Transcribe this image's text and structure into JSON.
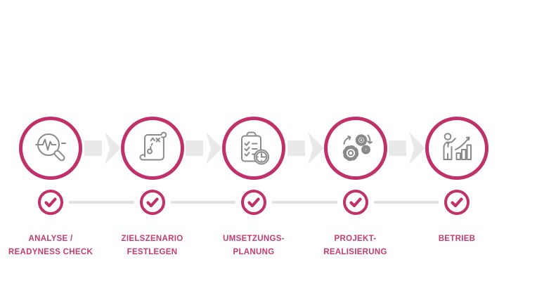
{
  "colors": {
    "accent": "#c03169",
    "label_text": "#c43b70",
    "icon_stroke": "#8a8a8a",
    "arrow_fill": "#e9e9e9",
    "connector_line": "#e2e2e2",
    "background": "#ffffff"
  },
  "process": {
    "steps": [
      {
        "icon": "magnifier-pulse-icon",
        "label_line1": "ANALYSE /",
        "label_line2": "READYNESS CHECK"
      },
      {
        "icon": "strategy-scroll-icon",
        "label_line1": "ZIELSZENARIO",
        "label_line2": "FESTLEGEN"
      },
      {
        "icon": "clipboard-clock-icon",
        "label_line1": "UMSETZUNGS-",
        "label_line2": "PLANUNG"
      },
      {
        "icon": "gears-icon",
        "label_line1": "PROJEKT-",
        "label_line2": "REALISIERUNG"
      },
      {
        "icon": "person-chart-icon",
        "label_line1": "BETRIEB",
        "label_line2": ""
      }
    ]
  }
}
